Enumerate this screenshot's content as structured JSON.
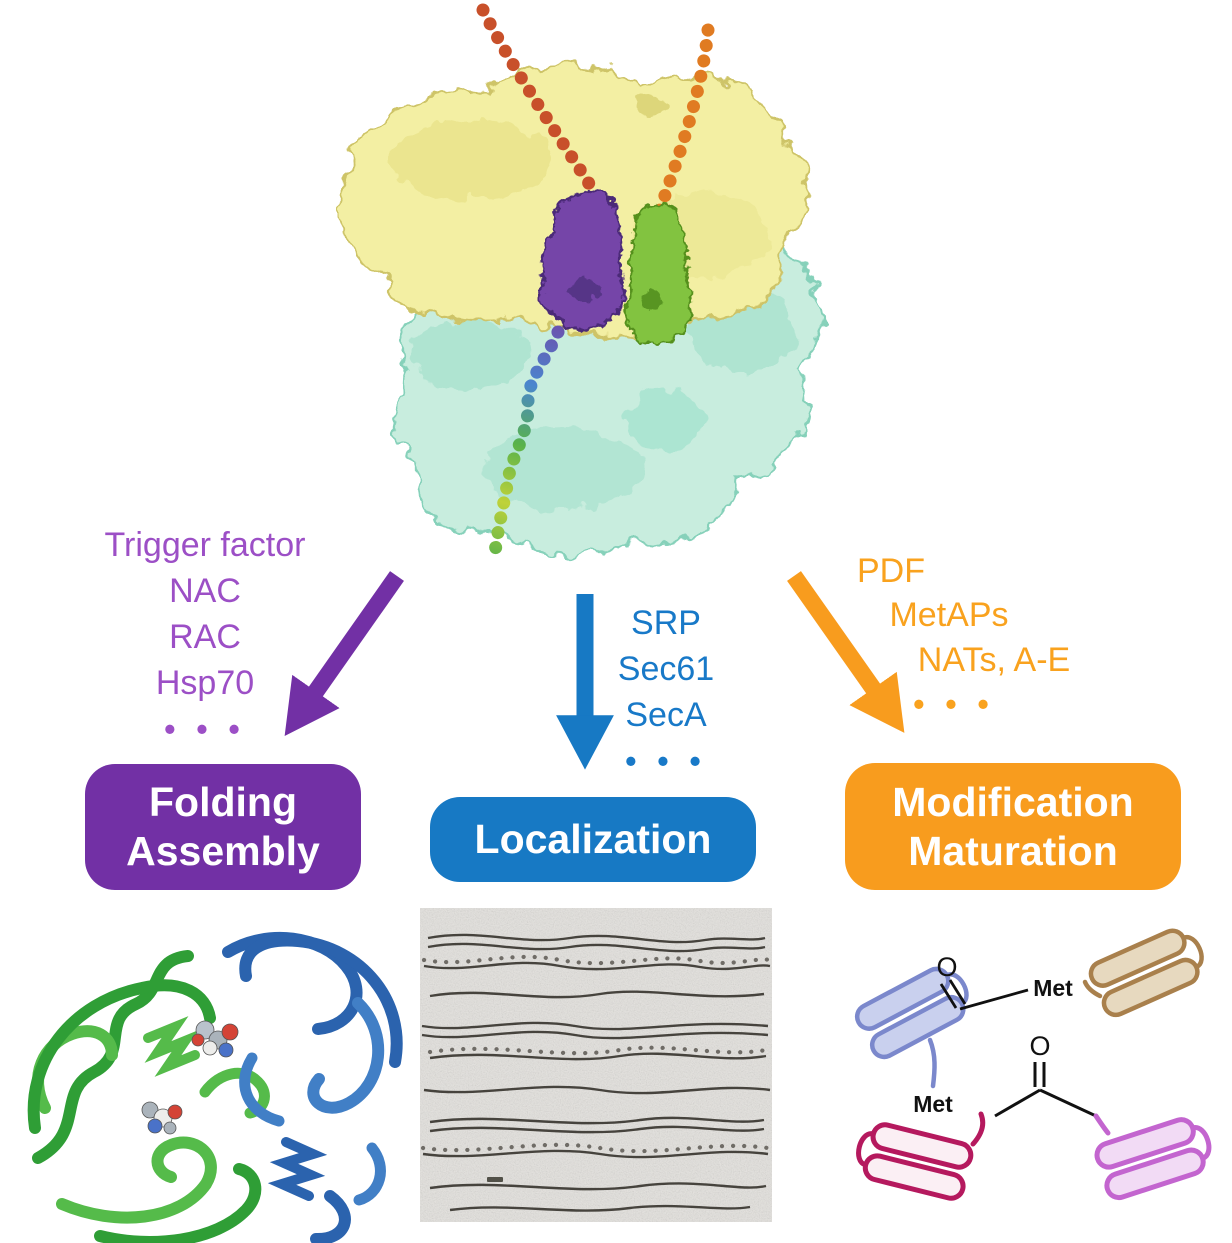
{
  "colors": {
    "purple_box": "#7230A5",
    "purple_text": "#9C4FC6",
    "blue_box": "#1779C4",
    "blue_text": "#1879C8",
    "orange_box": "#F89C1E",
    "orange_text": "#F9A21E"
  },
  "pathways": {
    "folding": {
      "factors": [
        "Trigger factor",
        "NAC",
        "RAC",
        "Hsp70"
      ],
      "ellipsis": "• • •",
      "box_line1": "Folding",
      "box_line2": "Assembly"
    },
    "localization": {
      "factors": [
        "SRP",
        "Sec61",
        "SecA"
      ],
      "ellipsis": "• • •",
      "box_line1": "Localization"
    },
    "modification": {
      "factors": [
        "PDF",
        "MetAPs",
        "NATs, A-E"
      ],
      "ellipsis": "• • •",
      "box_line1": "Modification",
      "box_line2": "Maturation"
    }
  },
  "chemistry": {
    "formyl_oxygen": "O",
    "formyl_met": "Met",
    "acetyl_oxygen": "O",
    "nterm_met": "Met"
  }
}
